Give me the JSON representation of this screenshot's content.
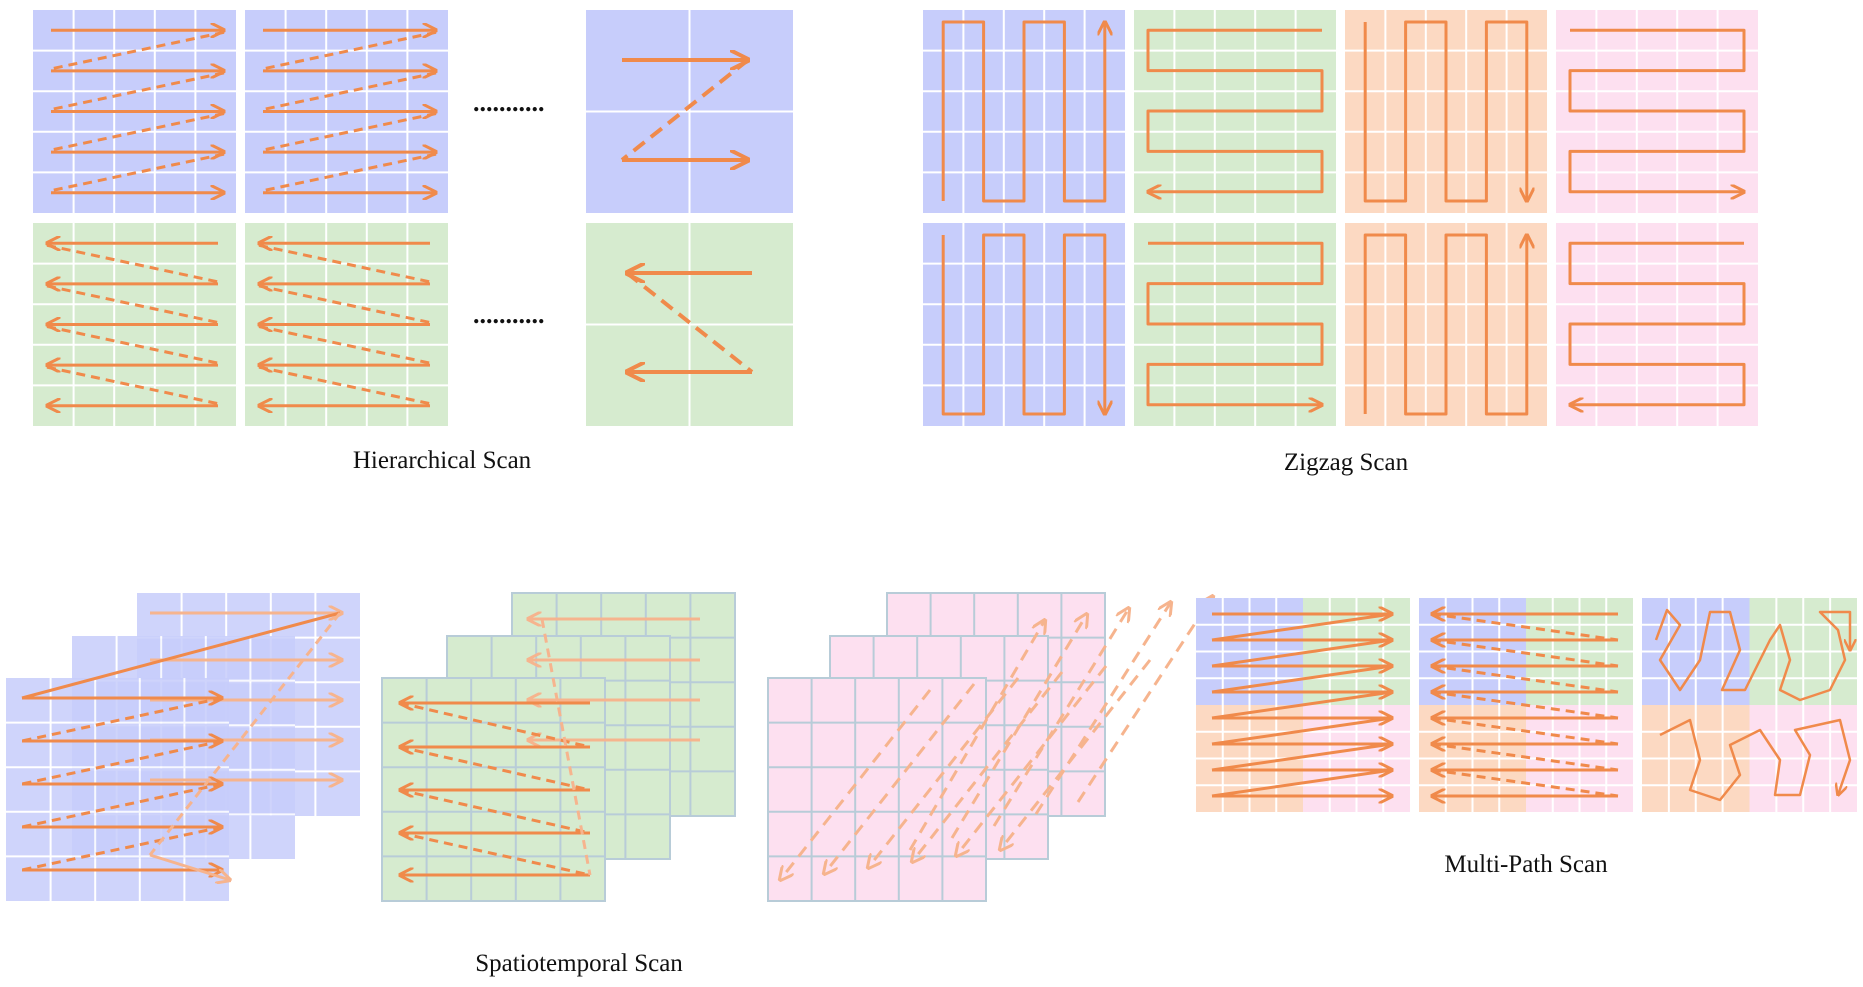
{
  "captions": {
    "hierarchical": "Hierarchical Scan",
    "zigzag": "Zigzag Scan",
    "spatiotemporal": "Spatiotemporal Scan",
    "multipath": "Multi-Path Scan"
  },
  "ellipsis": "...........",
  "colors": {
    "blue": "#c7cdfb",
    "green": "#d6ebcf",
    "orange": "#fcd9c2",
    "pink": "#fde0f0",
    "arrow": "#f08a4b",
    "arrow_light": "#f6b48e",
    "grid_line": "#ffffff",
    "volume_grid": "#b8ccd8"
  },
  "icons": [
    "arrow-right-icon",
    "arrow-left-icon",
    "arrow-up-icon",
    "arrow-down-icon"
  ]
}
